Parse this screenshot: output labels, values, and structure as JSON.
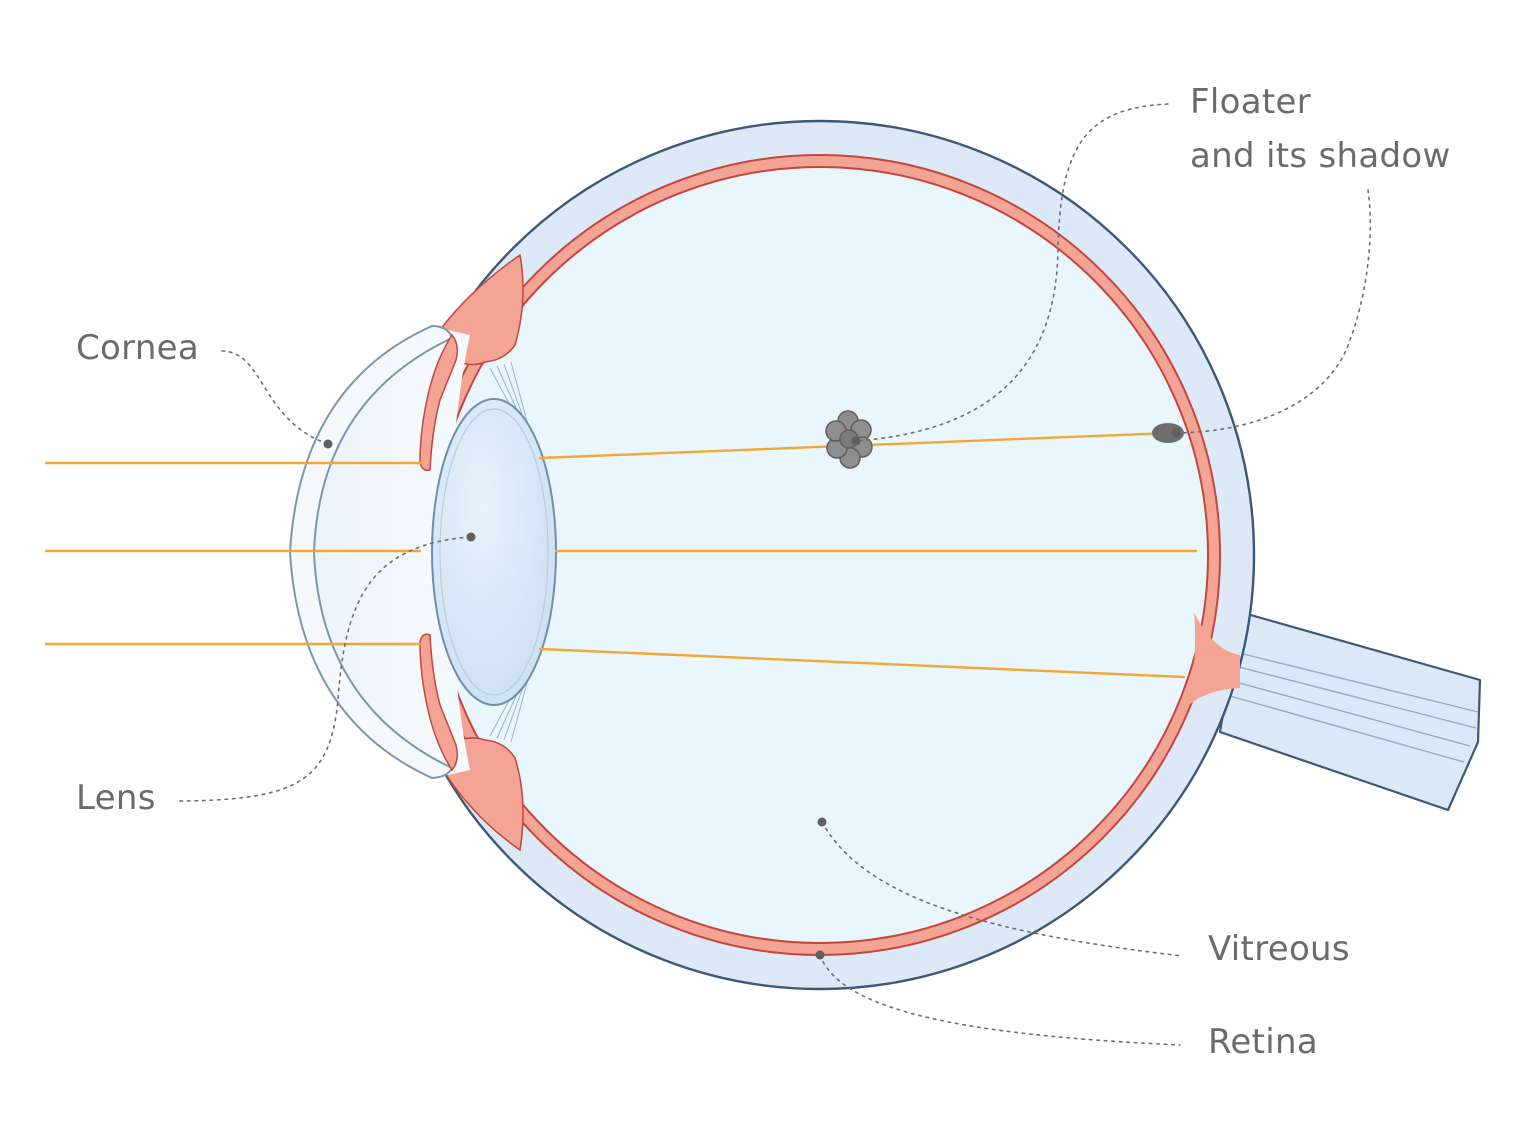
{
  "labels": {
    "cornea": "Cornea",
    "lens": "Lens",
    "floater_line1": "Floater",
    "floater_line2": "and its shadow",
    "vitreous": "Vitreous",
    "retina": "Retina"
  },
  "colors": {
    "sclera_fill": "#dde9f7",
    "sclera_outline": "#3e5878",
    "choroid": "#f4a494",
    "retina_line": "#c4463c",
    "vitreous_fill": "#e9f6fd",
    "lens_fill": "#d6e8f7",
    "lens_outline": "#6f8fae",
    "light_ray": "#f2a832",
    "label_text": "#6b6b6b",
    "floater": "#8a8a8a",
    "shadow": "#6d6d6d"
  }
}
